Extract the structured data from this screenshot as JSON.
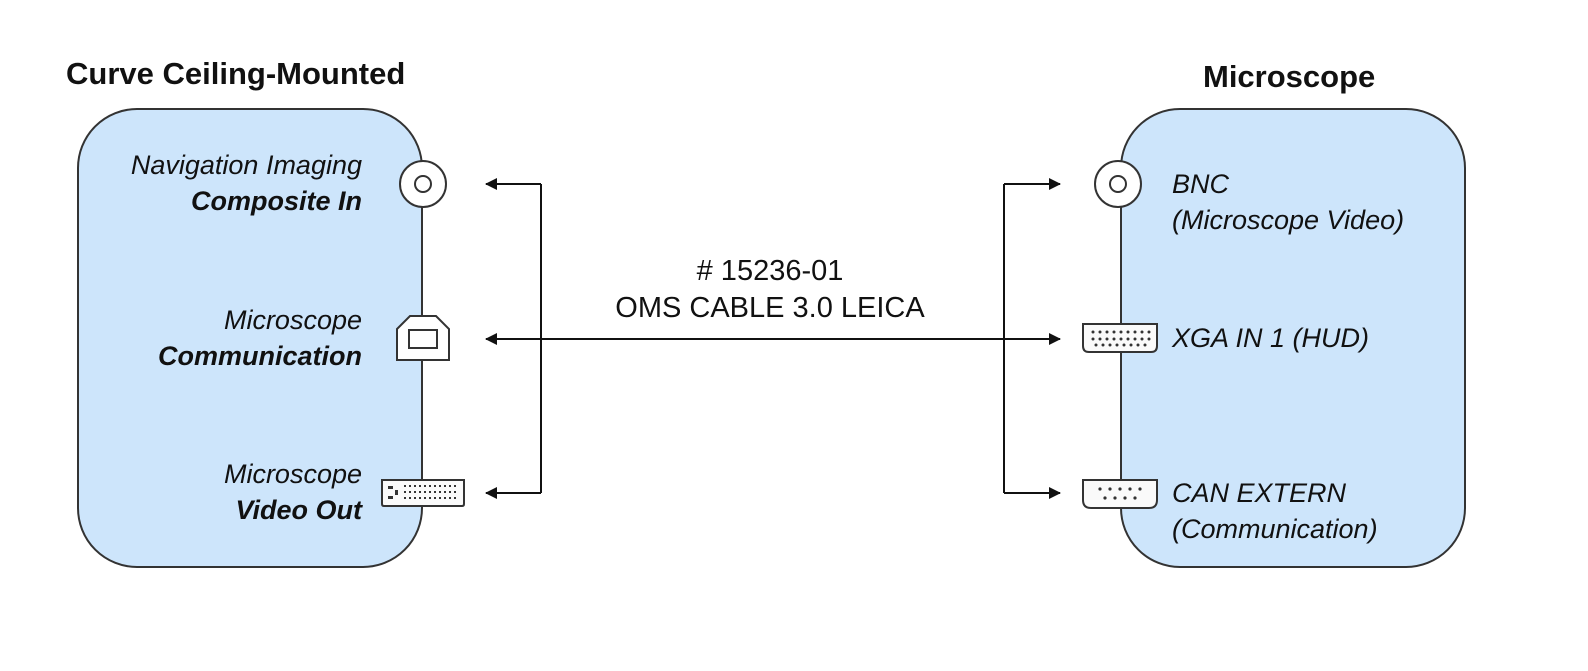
{
  "left_device": {
    "title": "Curve Ceiling-Mounted",
    "ports": [
      {
        "line1": "Navigation Imaging",
        "line2": "Composite In",
        "icon": "bnc-connector-icon"
      },
      {
        "line1": "Microscope",
        "line2": "Communication",
        "icon": "usb-b-connector-icon"
      },
      {
        "line1": "Microscope",
        "line2": "Video Out",
        "icon": "dvi-connector-icon"
      }
    ]
  },
  "right_device": {
    "title": "Microscope",
    "ports": [
      {
        "line1": "BNC",
        "line2": "(Microscope Video)",
        "icon": "bnc-connector-icon"
      },
      {
        "line1": "XGA IN 1 (HUD)",
        "icon": "vga-connector-icon"
      },
      {
        "line1": "CAN EXTERN",
        "line2": "(Communication)",
        "icon": "db9-connector-icon"
      }
    ]
  },
  "cable": {
    "part_number": "# 15236-01",
    "name": "OMS CABLE 3.0 LEICA"
  },
  "colors": {
    "panel_fill": "#cde5fb",
    "stroke": "#111111"
  }
}
